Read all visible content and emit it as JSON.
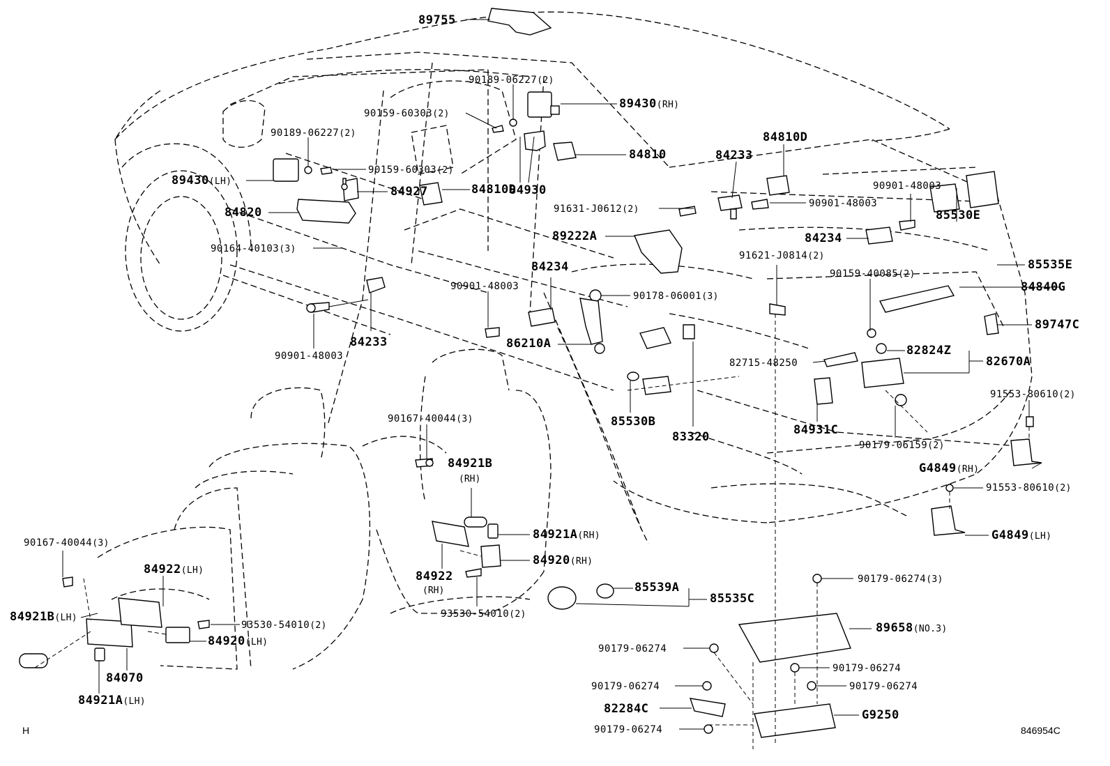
{
  "diagram": {
    "footer_left": "H",
    "footer_right": "846954C",
    "labels": [
      {
        "id": "89755",
        "code": "89755",
        "suffix": ""
      },
      {
        "id": "90189-06227-top",
        "code": "90189-06227",
        "suffix": "(2)"
      },
      {
        "id": "89430-rh",
        "code": "89430",
        "suffix": "(RH)"
      },
      {
        "id": "90159-60303-top",
        "code": "90159-60303",
        "suffix": "(2)"
      },
      {
        "id": "90189-06227-left",
        "code": "90189-06227",
        "suffix": "(2)"
      },
      {
        "id": "90159-60303-mid",
        "code": "90159-60303",
        "suffix": "(2)"
      },
      {
        "id": "89430-lh",
        "code": "89430",
        "suffix": "(LH)"
      },
      {
        "id": "84927",
        "code": "84927",
        "suffix": ""
      },
      {
        "id": "84930",
        "code": "84930",
        "suffix": ""
      },
      {
        "id": "84810",
        "code": "84810",
        "suffix": ""
      },
      {
        "id": "84233-top",
        "code": "84233",
        "suffix": ""
      },
      {
        "id": "84810d-top",
        "code": "84810D",
        "suffix": ""
      },
      {
        "id": "90901-48003-right",
        "code": "90901-48003",
        "suffix": ""
      },
      {
        "id": "90901-48003-r2",
        "code": "90901-48003",
        "suffix": ""
      },
      {
        "id": "84820",
        "code": "84820",
        "suffix": ""
      },
      {
        "id": "91631-j0612",
        "code": "91631-J0612",
        "suffix": "(2)"
      },
      {
        "id": "85530e",
        "code": "85530E",
        "suffix": ""
      },
      {
        "id": "89222a",
        "code": "89222A",
        "suffix": ""
      },
      {
        "id": "84234-right",
        "code": "84234",
        "suffix": ""
      },
      {
        "id": "90164-40103",
        "code": "90164-40103",
        "suffix": "(3)"
      },
      {
        "id": "84810d-mid",
        "code": "84810D",
        "suffix": ""
      },
      {
        "id": "85535e",
        "code": "85535E",
        "suffix": ""
      },
      {
        "id": "91621-j0814",
        "code": "91621-J0814",
        "suffix": "(2)"
      },
      {
        "id": "84234-mid",
        "code": "84234",
        "suffix": ""
      },
      {
        "id": "90159-40085",
        "code": "90159-40085",
        "suffix": "(2)"
      },
      {
        "id": "90901-48003-mid",
        "code": "90901-48003",
        "suffix": ""
      },
      {
        "id": "84840g",
        "code": "84840G",
        "suffix": ""
      },
      {
        "id": "90178-06001",
        "code": "90178-06001",
        "suffix": "(3)"
      },
      {
        "id": "89747c",
        "code": "89747C",
        "suffix": ""
      },
      {
        "id": "84233-left",
        "code": "84233",
        "suffix": ""
      },
      {
        "id": "86210a",
        "code": "86210A",
        "suffix": ""
      },
      {
        "id": "82824z",
        "code": "82824Z",
        "suffix": ""
      },
      {
        "id": "90901-48003-left",
        "code": "90901-48003",
        "suffix": ""
      },
      {
        "id": "82715-48250",
        "code": "82715-48250",
        "suffix": ""
      },
      {
        "id": "82670a",
        "code": "82670A",
        "suffix": ""
      },
      {
        "id": "91553-80610-top",
        "code": "91553-80610",
        "suffix": "(2)"
      },
      {
        "id": "85530b",
        "code": "85530B",
        "suffix": ""
      },
      {
        "id": "84931c",
        "code": "84931C",
        "suffix": ""
      },
      {
        "id": "83320",
        "code": "83320",
        "suffix": ""
      },
      {
        "id": "90179-06159",
        "code": "90179-06159",
        "suffix": "(2)"
      },
      {
        "id": "90167-40044-mid",
        "code": "90167-40044",
        "suffix": "(3)"
      },
      {
        "id": "84921b-rh",
        "code": "84921B",
        "suffix": ""
      },
      {
        "id": "g4849-rh",
        "code": "G4849",
        "suffix": "(RH)"
      },
      {
        "id": "91553-80610-mid",
        "code": "91553-80610",
        "suffix": "(2)"
      },
      {
        "id": "84921a-rh",
        "code": "84921A",
        "suffix": "(RH)"
      },
      {
        "id": "g4849-lh",
        "code": "G4849",
        "suffix": "(LH)"
      },
      {
        "id": "90167-40044-left",
        "code": "90167-40044",
        "suffix": "(3)"
      },
      {
        "id": "84922-lh",
        "code": "84922",
        "suffix": "(LH)"
      },
      {
        "id": "84920-rh",
        "code": "84920",
        "suffix": "(RH)"
      },
      {
        "id": "84922-rh",
        "code": "84922",
        "suffix": ""
      },
      {
        "id": "90179-06274-top",
        "code": "90179-06274",
        "suffix": "(3)"
      },
      {
        "id": "85539a",
        "code": "85539A",
        "suffix": ""
      },
      {
        "id": "85535c",
        "code": "85535C",
        "suffix": ""
      },
      {
        "id": "84921b-lh",
        "code": "84921B",
        "suffix": "(LH)"
      },
      {
        "id": "93530-54010-left",
        "code": "93530-54010",
        "suffix": "(2)"
      },
      {
        "id": "93530-54010-mid",
        "code": "93530-54010",
        "suffix": "(2)"
      },
      {
        "id": "89658",
        "code": "89658",
        "suffix": "(NO.3)"
      },
      {
        "id": "84920-lh",
        "code": "84920",
        "suffix": "(LH)"
      },
      {
        "id": "90179-06274-a",
        "code": "90179-06274",
        "suffix": ""
      },
      {
        "id": "84070",
        "code": "84070",
        "suffix": ""
      },
      {
        "id": "90179-06274-b",
        "code": "90179-06274",
        "suffix": ""
      },
      {
        "id": "90179-06274-c",
        "code": "90179-06274",
        "suffix": ""
      },
      {
        "id": "90179-06274-d",
        "code": "90179-06274",
        "suffix": ""
      },
      {
        "id": "84921a-lh",
        "code": "84921A",
        "suffix": "(LH)"
      },
      {
        "id": "82284c",
        "code": "82284C",
        "suffix": ""
      },
      {
        "id": "g9250",
        "code": "G9250",
        "suffix": ""
      },
      {
        "id": "90179-06274-e",
        "code": "90179-06274",
        "suffix": ""
      }
    ],
    "notes": [
      {
        "id": "84921b-rh-note",
        "text": "(RH)"
      },
      {
        "id": "84922-rh-note",
        "text": "(RH)"
      }
    ]
  }
}
